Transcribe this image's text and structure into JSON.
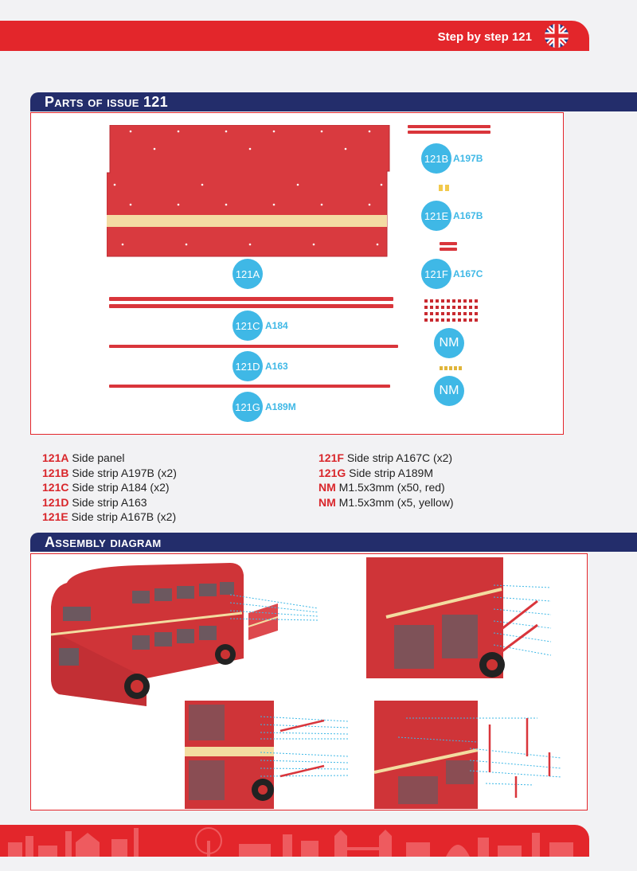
{
  "header": {
    "title": "Step by step 121",
    "flag_icon": "uk-flag-icon"
  },
  "parts_section": {
    "title": "Parts of issue 121",
    "labels": [
      {
        "id": "121A",
        "code": ""
      },
      {
        "id": "121B",
        "code": "A197B"
      },
      {
        "id": "121E",
        "code": "A167B"
      },
      {
        "id": "121F",
        "code": "A167C"
      },
      {
        "id": "121C",
        "code": "A184"
      },
      {
        "id": "121D",
        "code": "A163"
      },
      {
        "id": "121G",
        "code": "A189M"
      },
      {
        "id": "NM",
        "code": ""
      },
      {
        "id": "NM",
        "code": ""
      }
    ]
  },
  "parts_list": {
    "left": [
      {
        "id": "121A",
        "desc": "Side panel"
      },
      {
        "id": "121B",
        "desc": "Side strip A197B (x2)"
      },
      {
        "id": "121C",
        "desc": "Side strip A184 (x2)"
      },
      {
        "id": "121D",
        "desc": "Side strip A163"
      },
      {
        "id": "121E",
        "desc": "Side strip A167B (x2)"
      }
    ],
    "right": [
      {
        "id": "121F",
        "desc": "Side strip A167C (x2)"
      },
      {
        "id": "121G",
        "desc": "Side strip A189M"
      },
      {
        "id": "NM",
        "desc": "M1.5x3mm (x50, red)"
      },
      {
        "id": "NM",
        "desc": "M1.5x3mm (x5, yellow)"
      }
    ]
  },
  "assembly_section": {
    "title": "Assembly diagram"
  },
  "colors": {
    "accent_red": "#e3262b",
    "navy": "#232d6b",
    "label_blue": "#3fb8e6",
    "bus_red": "#d9353b",
    "cream": "#f3dca0"
  }
}
